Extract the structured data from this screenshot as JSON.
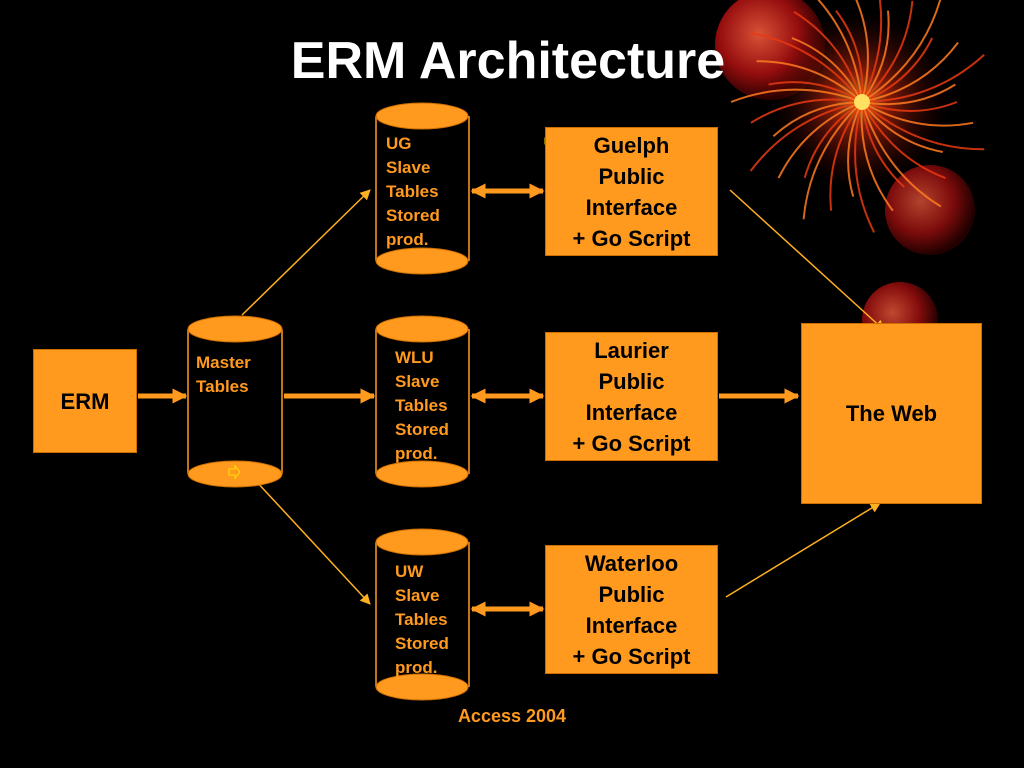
{
  "slide": {
    "title": "ERM Architecture",
    "footer": "Access 2004"
  },
  "colors": {
    "background": "#000000",
    "box_fill": "#ff9a1f",
    "accent": "#ff9a1f",
    "title_text": "#ffffff"
  },
  "nodes": {
    "erm": "ERM",
    "master_tables": "Master\nTables",
    "ug_slave": "UG\nSlave\nTables\nStored\nprod.",
    "wlu_slave": "WLU\nSlave\nTables\nStored\nprod.",
    "uw_slave": "UW\nSlave\nTables\nStored\nprod.",
    "guelph_interface": "Guelph\nPublic\nInterface\n+ Go Script",
    "laurier_interface": "Laurier\nPublic\nInterface\n+ Go Script",
    "waterloo_interface": "Waterloo\nPublic\nInterface\n+ Go Script",
    "the_web": "The Web"
  },
  "decorations": {
    "background_art": "red-spiral-firework",
    "marker_icon": "small-arrow-icon"
  }
}
